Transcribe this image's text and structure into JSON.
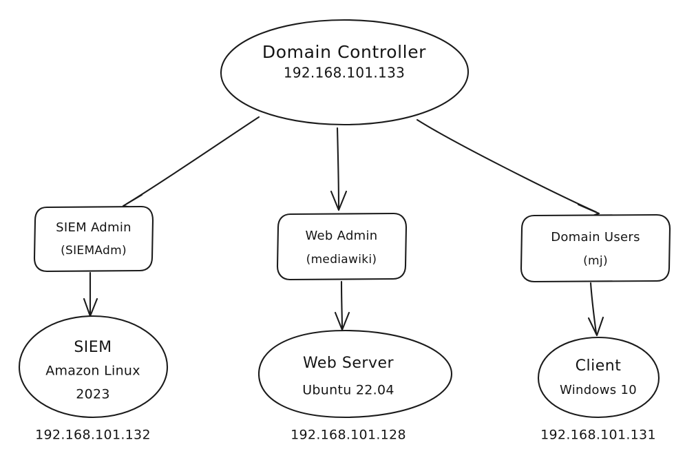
{
  "diagram": {
    "type": "network-hierarchy",
    "style": "hand-drawn-sketch",
    "colors": {
      "background": "#ffffff",
      "stroke": "#1b1b1b",
      "text": "#141414"
    },
    "root": {
      "id": "domain-controller",
      "shape": "ellipse",
      "title": "Domain Controller",
      "ip": "192.168.101.133"
    },
    "accounts": [
      {
        "id": "siem-admin",
        "shape": "rounded-rectangle",
        "role": "SIEM Admin",
        "username": "(SIEMAdm)"
      },
      {
        "id": "web-admin",
        "shape": "rounded-rectangle",
        "role": "Web Admin",
        "username": "(mediawiki)"
      },
      {
        "id": "domain-users",
        "shape": "rounded-rectangle",
        "role": "Domain Users",
        "username": "(mj)"
      }
    ],
    "hosts": [
      {
        "id": "siem-host",
        "shape": "ellipse",
        "name": "SIEM",
        "os_line1": "Amazon Linux",
        "os_line2": "2023",
        "ip": "192.168.101.132"
      },
      {
        "id": "web-server-host",
        "shape": "ellipse",
        "name": "Web Server",
        "os_line1": "Ubuntu 22.04",
        "os_line2": "",
        "ip": "192.168.101.128"
      },
      {
        "id": "client-host",
        "shape": "ellipse",
        "name": "Client",
        "os_line1": "Windows 10",
        "os_line2": "",
        "ip": "192.168.101.131"
      }
    ],
    "edges": [
      {
        "id": "dc-to-siem-admin",
        "from": "domain-controller",
        "to": "siem-admin",
        "direction": "down-left"
      },
      {
        "id": "dc-to-web-admin",
        "from": "domain-controller",
        "to": "web-admin",
        "direction": "down"
      },
      {
        "id": "dc-to-domain-users",
        "from": "domain-controller",
        "to": "domain-users",
        "direction": "down-right"
      },
      {
        "id": "siem-admin-to-siem-host",
        "from": "siem-admin",
        "to": "siem-host",
        "direction": "down"
      },
      {
        "id": "web-admin-to-web-server",
        "from": "web-admin",
        "to": "web-server-host",
        "direction": "down"
      },
      {
        "id": "domain-users-to-client",
        "from": "domain-users",
        "to": "client-host",
        "direction": "down"
      }
    ]
  }
}
